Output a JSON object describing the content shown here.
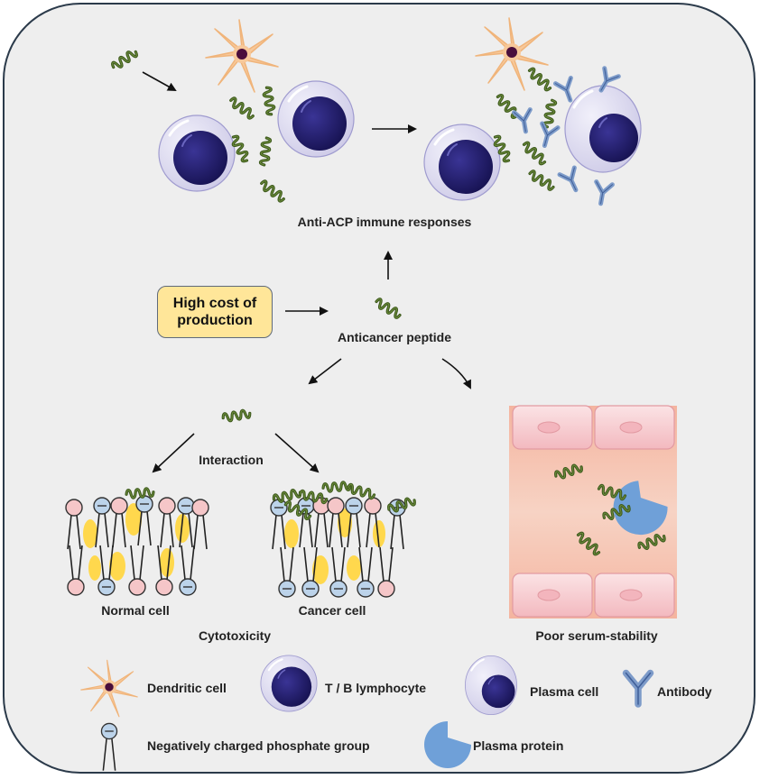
{
  "labels": {
    "immune": "Anti-ACP immune responses",
    "cost": "High cost of\nproduction",
    "acp": "Anticancer peptide",
    "interaction": "Interaction",
    "normal": "Normal cell",
    "cancer": "Cancer cell",
    "cytotoxicity": "Cytotoxicity",
    "serum": "Poor serum-stability"
  },
  "legend": {
    "dendritic": "Dendritic cell",
    "lymphocyte": "T / B lymphocyte",
    "plasma_cell": "Plasma cell",
    "antibody": "Antibody",
    "phosphate": "Negatively charged phosphate group",
    "plasma_protein": "Plasma protein"
  },
  "colors": {
    "peptide": "#3e5a1e",
    "nucleus": "#1f1a6b",
    "dendritic": "#f7c89a",
    "antibody": "#7d9bc9",
    "plasma_protein": "#6fa0d8",
    "cost_box": "#ffe699",
    "pink_head": "#f5c6c8",
    "blue_head": "#bcd3ea",
    "lipid_yellow": "#ffd84d"
  }
}
